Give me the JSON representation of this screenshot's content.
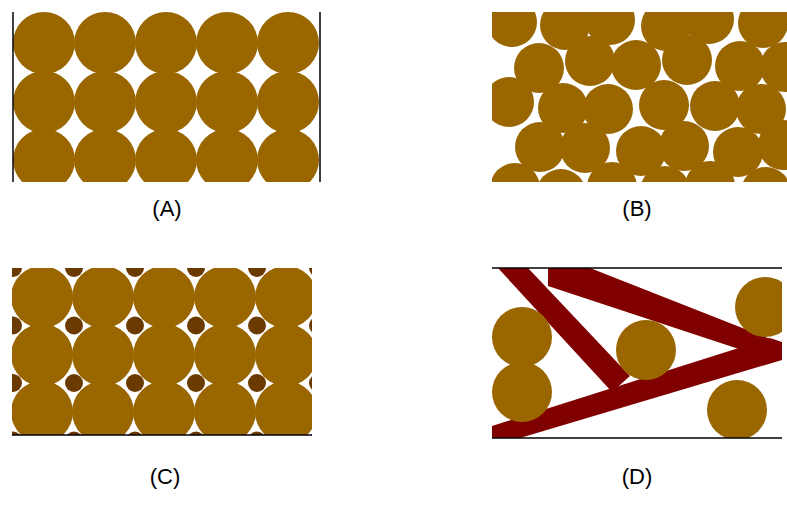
{
  "diagram": {
    "labels": [
      "(A)",
      "(B)",
      "(C)",
      "(D)"
    ]
  }
}
